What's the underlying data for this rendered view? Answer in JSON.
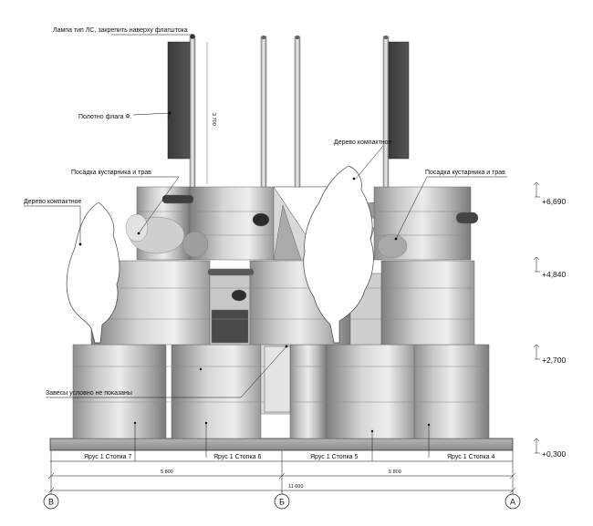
{
  "annotations": {
    "lamp": "Лампа тип ЛС, закрепить наверху флагштока",
    "flag_cloth": "Полотно флага Ф.",
    "tree_compact_center": "Дерево компактное",
    "shrubs_left": "Посадка кустарника и трав",
    "shrubs_right": "Посадка кустарника и трав",
    "tree_compact_left": "Дерево компактное",
    "curtains": "Завесы условно не показаны"
  },
  "flag_height_dim": "3 700",
  "levels": [
    "+6,690",
    "+4,840",
    "+2,700",
    "+0,300"
  ],
  "stacks": [
    "Ярус 1 Стопка 7",
    "Ярус 1 Стопка 6",
    "Ярус 1 Стопка 5",
    "Ярус 1 Стопка 4"
  ],
  "dimensions": {
    "left_span": "5 800",
    "right_span": "5 800",
    "total_span": "11 600"
  },
  "axes": [
    "В",
    "Б",
    "А"
  ]
}
